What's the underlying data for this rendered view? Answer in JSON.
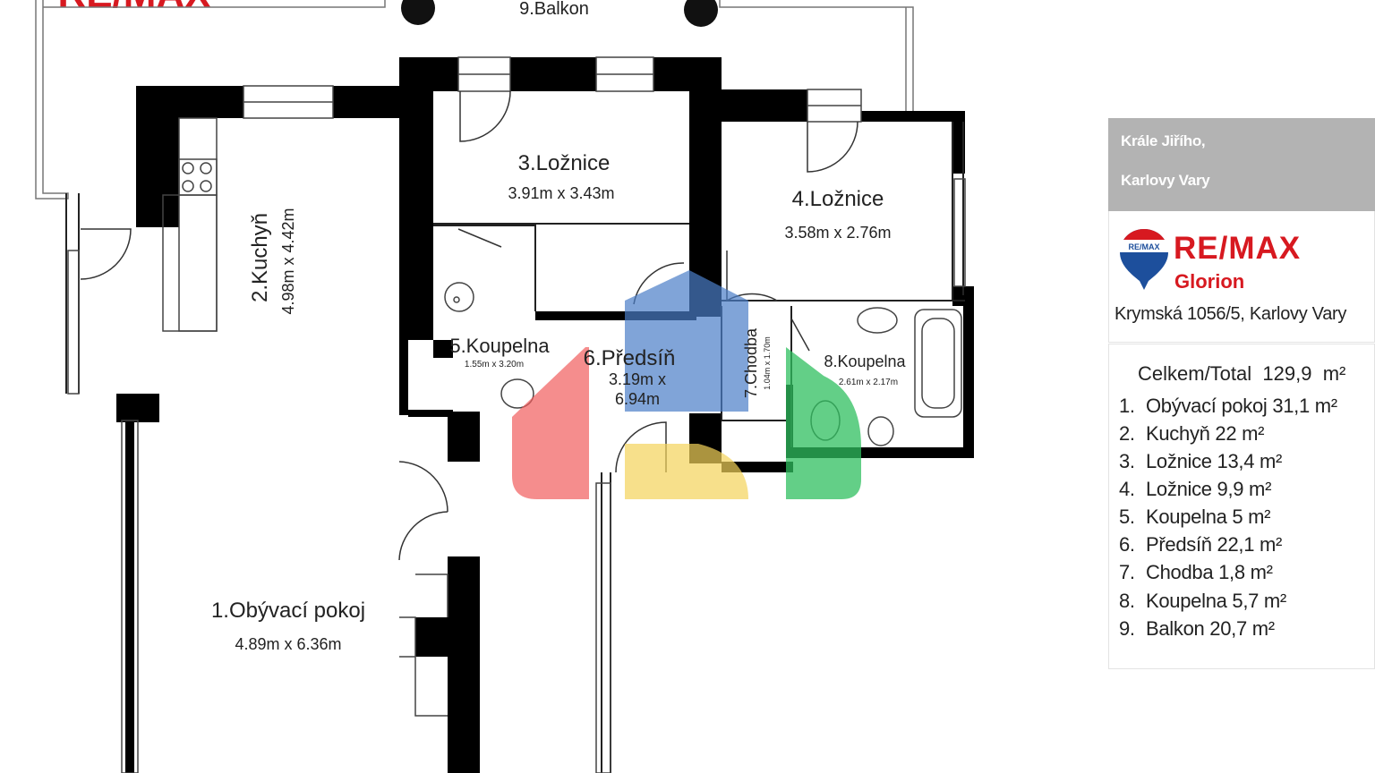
{
  "brand_top": "RE/MAX",
  "plan": {
    "balcony": "9.Balkon",
    "rooms": [
      {
        "name": "1.Obývací pokoj",
        "dims": "4.89m x 6.36m"
      },
      {
        "name": "2.Kuchyň",
        "dims": "4.98m x 4.42m"
      },
      {
        "name": "3.Ložnice",
        "dims": "3.91m x 3.43m"
      },
      {
        "name": "4.Ložnice",
        "dims": "3.58m x 2.76m"
      },
      {
        "name": "5.Koupelna",
        "dims": "1.55m x 3.20m"
      },
      {
        "name": "6.Předsíň",
        "dims_line1": "3.19m x",
        "dims_line2": "6.94m"
      },
      {
        "name": "7.Chodba",
        "dims": "1.04m x 1.70m"
      },
      {
        "name": "8.Koupelna",
        "dims": "2.61m x 2.17m"
      }
    ],
    "overlay_colors": {
      "blue": "#4a7ec8",
      "red": "#f15d5d",
      "yellow": "#f3d35a",
      "green": "#2fbf5f"
    }
  },
  "sidebar": {
    "street": "Krále Jiřího,",
    "city": "Karlovy Vary",
    "logo_badge": "RE/MAX",
    "logo_word": "RE/MAX",
    "logo_sub": "Glorion",
    "address": "Krymská 1056/5, Karlovy Vary",
    "total_label": "Celkem/Total",
    "total_value": "129,9",
    "unit": "m²",
    "rooms": [
      {
        "num": "1.",
        "label": "Obývací pokoj 31,1 m²"
      },
      {
        "num": "2.",
        "label": "Kuchyň 22 m²"
      },
      {
        "num": "3.",
        "label": "Ložnice 13,4 m²"
      },
      {
        "num": "4.",
        "label": "Ložnice 9,9 m²"
      },
      {
        "num": "5.",
        "label": "Koupelna 5 m²"
      },
      {
        "num": "6.",
        "label": "Předsíň 22,1 m²"
      },
      {
        "num": "7.",
        "label": "Chodba 1,8 m²"
      },
      {
        "num": "8.",
        "label": "Koupelna 5,7 m²"
      },
      {
        "num": "9.",
        "label": "Balkon 20,7 m²"
      }
    ],
    "brand_color": "#d71920",
    "header_color": "#b3b3b3"
  }
}
